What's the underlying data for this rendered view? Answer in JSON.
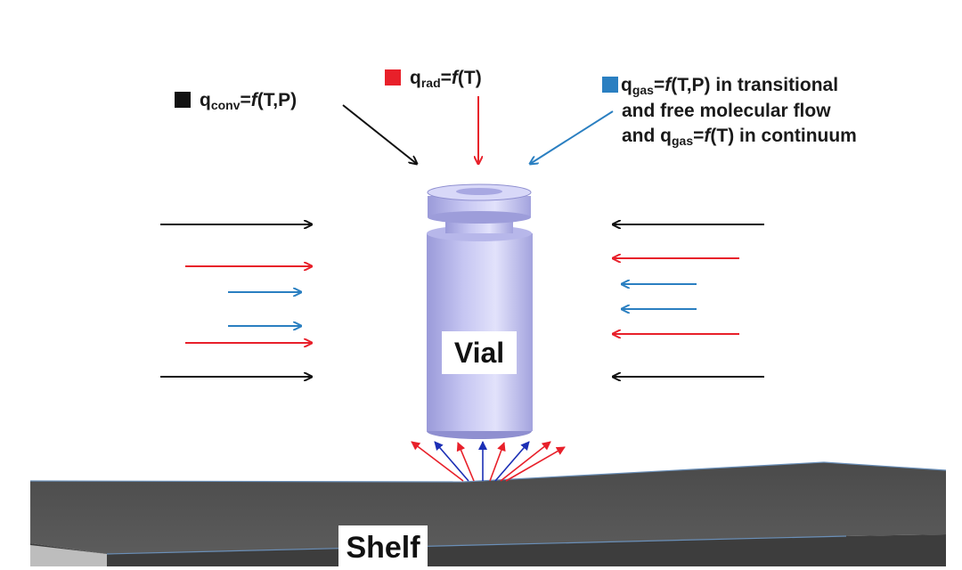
{
  "colors": {
    "conv": "#111111",
    "rad": "#e8202a",
    "gas": "#2a7fc1",
    "shelf": "#5a5a5a",
    "shelf_top": "#3f3f3f",
    "vial": "#b9b9ec",
    "vial_dark": "#8c8ccd"
  },
  "legend": {
    "conv": {
      "icon": "black-square",
      "q": "q",
      "sub": "conv",
      "eq": "=",
      "f": "f",
      "args": "(T,P)"
    },
    "rad": {
      "icon": "red-square",
      "q": "q",
      "sub": "rad",
      "eq": "=",
      "f": "f",
      "args": "(T)"
    },
    "gas": {
      "icon": "blue-square",
      "line1": {
        "q": "q",
        "sub": "gas",
        "eq": "=",
        "f": "f",
        "args": "(T,P) in transitional"
      },
      "line2": "and free molecular flow",
      "line3": {
        "pre": "and q",
        "sub": "gas",
        "eq": "=",
        "f": "f",
        "args": "(T) in continuum"
      }
    }
  },
  "labels": {
    "vial": "Vial",
    "shelf": "Shelf"
  }
}
